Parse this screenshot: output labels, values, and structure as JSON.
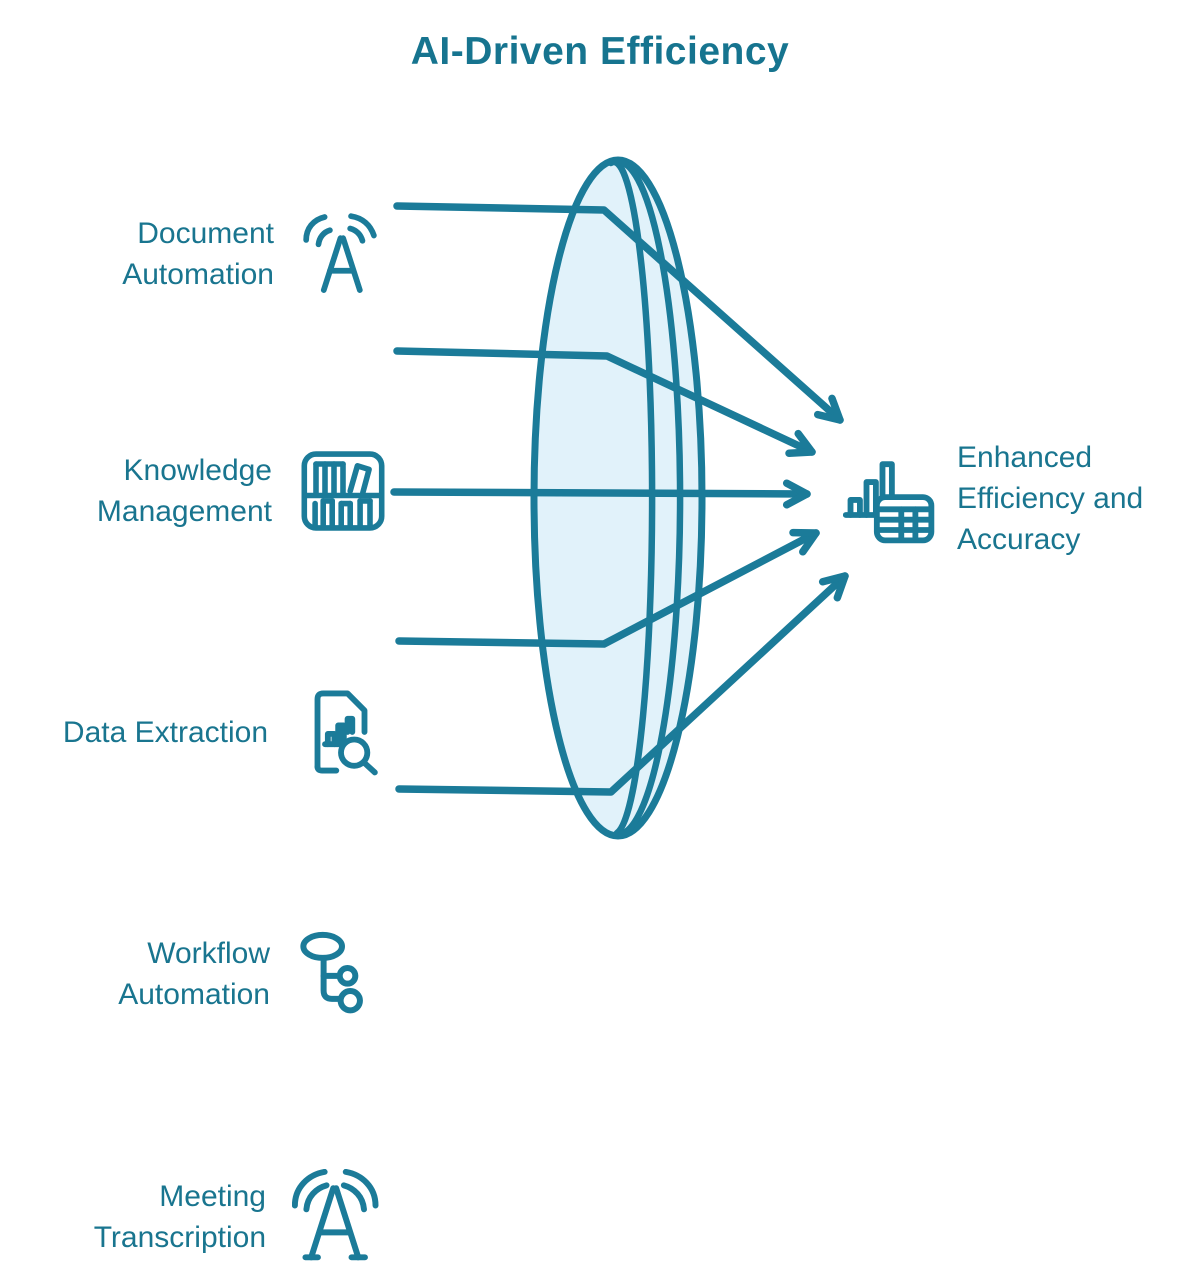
{
  "title": "AI-Driven Efficiency",
  "colors": {
    "title": "#16748f",
    "text": "#19758f",
    "stroke": "#1b7b99",
    "lens_fill": "#e1f2fa",
    "background": "#ffffff"
  },
  "inputs": [
    {
      "id": "document-automation",
      "line1": "Document",
      "line2": "Automation",
      "icon": "voice-a-icon"
    },
    {
      "id": "knowledge-management",
      "line1": "Knowledge",
      "line2": "Management",
      "icon": "bookshelf-icon"
    },
    {
      "id": "data-extraction",
      "line1": "Data Extraction",
      "icon": "document-chart-magnifier-icon"
    },
    {
      "id": "workflow-automation",
      "line1": "Workflow",
      "line2": "Automation",
      "icon": "flowchart-icon"
    },
    {
      "id": "meeting-transcription",
      "line1": "Meeting",
      "line2": "Transcription",
      "icon": "broadcast-a-icon"
    }
  ],
  "output": {
    "id": "enhanced-efficiency-and-accuracy",
    "line1": "Enhanced",
    "line2": "Efficiency and",
    "line3": "Accuracy",
    "icon": "bar-chart-table-icon"
  }
}
